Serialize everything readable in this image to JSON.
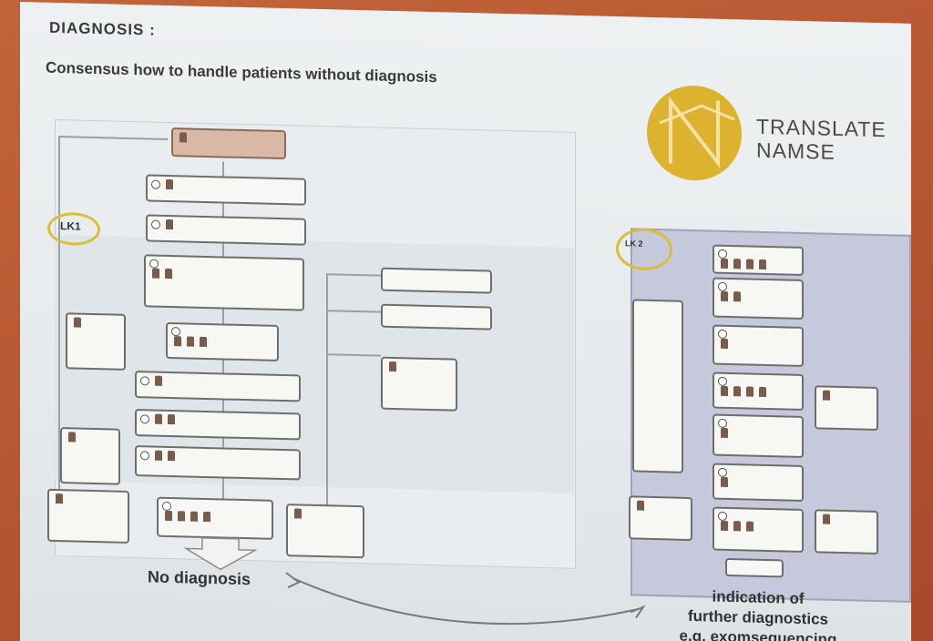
{
  "slide": {
    "heading": "DIAGNOSIS :",
    "subheading": "Consensus how to handle patients without diagnosis"
  },
  "logo": {
    "line1": "TRANSLATE",
    "line2": "NAMSE",
    "colors": {
      "circle": "#dcb22f",
      "text": "#4a4a4a"
    }
  },
  "lk_labels": {
    "lk1": "LK1",
    "lk2": "LK 2"
  },
  "bottom": {
    "no_diagnosis": "No diagnosis",
    "further": [
      "indication of",
      "further diagnostics",
      "e.g. exomsequencing"
    ]
  },
  "colors": {
    "highlight": "#d8bf36",
    "flow_box_border": "#6e6e6e",
    "right_panel": "#c5c9db"
  }
}
